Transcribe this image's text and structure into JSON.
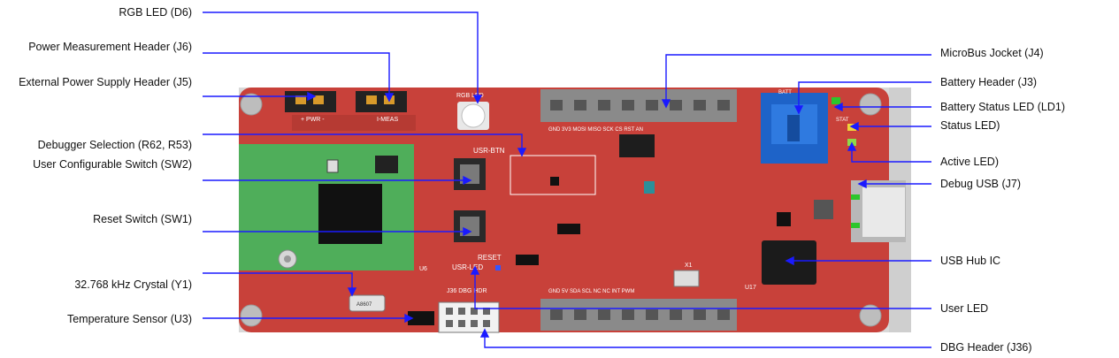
{
  "left_callouts": [
    {
      "id": "rgb-led",
      "label": "RGB LED (D6)"
    },
    {
      "id": "power-measurement-header",
      "label": "Power Measurement Header (J6)"
    },
    {
      "id": "external-power-header",
      "label": "External Power Supply Header (J5)"
    },
    {
      "id": "debugger-selection",
      "label": "Debugger Selection (R62, R53)"
    },
    {
      "id": "user-switch",
      "label": "User Configurable Switch (SW2)"
    },
    {
      "id": "reset-switch",
      "label": "Reset Switch (SW1)"
    },
    {
      "id": "crystal",
      "label": "32.768 kHz Crystal (Y1)"
    },
    {
      "id": "temperature-sensor",
      "label": "Temperature Sensor (U3)"
    }
  ],
  "right_callouts": [
    {
      "id": "microbus-socket",
      "label": "MicroBus Jocket (J4)"
    },
    {
      "id": "battery-header",
      "label": "Battery Header (J3)"
    },
    {
      "id": "battery-status-led",
      "label": "Battery Status LED (LD1)"
    },
    {
      "id": "status-led",
      "label": "Status LED)"
    },
    {
      "id": "active-led",
      "label": "Active LED)"
    },
    {
      "id": "debug-usb",
      "label": "Debug USB (J7)"
    },
    {
      "id": "usb-hub-ic",
      "label": "USB Hub IC"
    },
    {
      "id": "user-led",
      "label": "User LED"
    },
    {
      "id": "dbg-header",
      "label": "DBG Header (J36)"
    }
  ],
  "colors": {
    "callout_line": "#1a1aff",
    "pcb": "#c8413a",
    "silkscreen": "#ffffff",
    "module": "#4fae5a",
    "header_blue": "#1e63c8"
  },
  "board_silkscreen": {
    "pwr": "+ PWR -",
    "imeas": "I-MEAS",
    "rgb_led": "RGB LED",
    "usr_btn": "USR-BTN",
    "reset": "RESET",
    "usr_led": "USR-LED",
    "j36": "J36 DBG HDR",
    "mikrobus_top": "GND 3V3 MOSI MISO SCK CS RST AN",
    "mikrobus_bottom": "GND 5V SDA SCL NC NC INT PWM",
    "batt": "BATT",
    "stat": "STAT",
    "u6": "U6",
    "u17": "U17",
    "x1": "X1",
    "crystal_mark": "A8607"
  }
}
